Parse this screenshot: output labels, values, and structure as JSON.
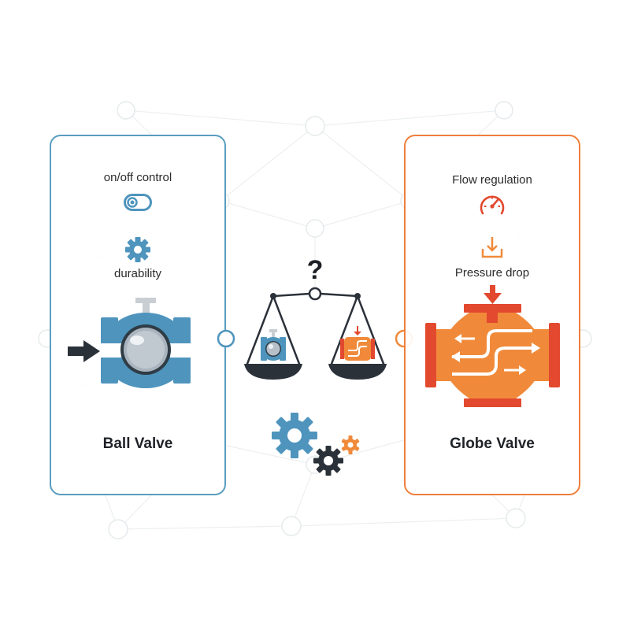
{
  "colors": {
    "ball_blue": "#4e94bd",
    "globe_orange": "#f08a3a",
    "globe_red": "#e2492f",
    "dark": "#2b3139",
    "network": "#e9ecee"
  },
  "left_card": {
    "label_1": "on/off control",
    "icon_1": "toggle-icon",
    "icon_2": "gear-icon",
    "label_2": "durability",
    "icon_3": "ball-valve-icon",
    "title": "Ball Valve"
  },
  "right_card": {
    "label_1": "Flow regulation",
    "icon_1": "gauge-icon",
    "icon_2": "download-arrow-icon",
    "label_2": "Pressure drop",
    "icon_3": "globe-valve-icon",
    "title": "Globe Valve"
  },
  "center": {
    "question_mark": "?",
    "icons": [
      "balance-scale-icon",
      "gears-icon"
    ]
  }
}
